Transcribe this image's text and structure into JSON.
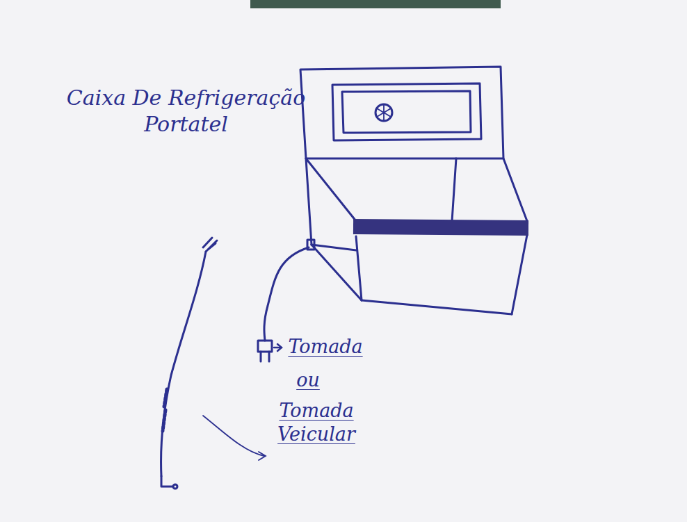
{
  "diagram": {
    "title": "Caixa De Refrigeração Portatel",
    "labels": [
      "Tomada",
      "ou",
      "Tomada Veicular"
    ]
  }
}
